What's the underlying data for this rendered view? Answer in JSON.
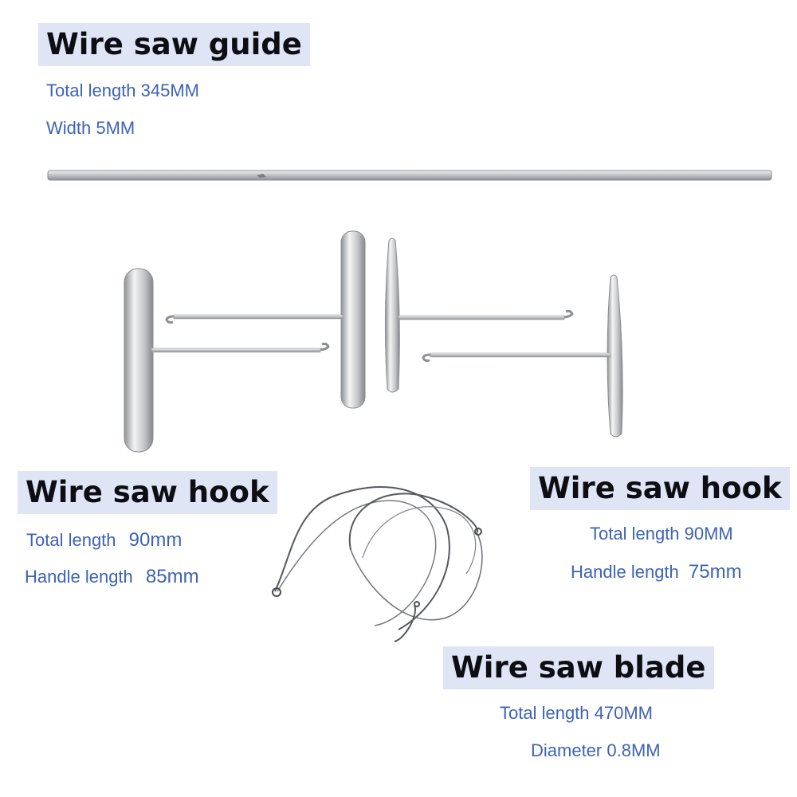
{
  "guide": {
    "title": "Wire saw guide",
    "total_length": "Total length 345MM",
    "width": "Width 5MM"
  },
  "hook_left": {
    "title": "Wire saw hook",
    "total_label": "Total length",
    "total_value": "90mm",
    "handle_label": "Handle length",
    "handle_value": "85mm"
  },
  "hook_right": {
    "title": "Wire saw hook",
    "total_length": "Total length 90MM",
    "handle_label": "Handle length",
    "handle_value": "75mm"
  },
  "blade": {
    "title": "Wire saw blade",
    "total_length": "Total length 470MM",
    "diameter": "Diameter 0.8MM"
  },
  "colors": {
    "title_bg": "#dfe5f5",
    "spec_text": "#3d63b5",
    "steel": "#b9bcc0"
  }
}
